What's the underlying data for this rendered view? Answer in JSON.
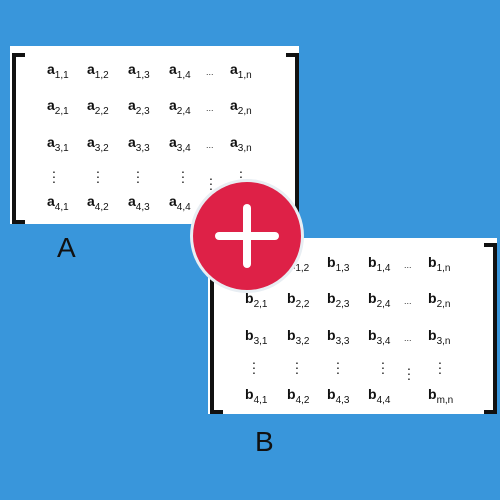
{
  "matrix_a": {
    "label": "A",
    "rows": [
      {
        "cells": [
          {
            "b": "a",
            "s": "1,1"
          },
          {
            "b": "a",
            "s": "1,2"
          },
          {
            "b": "a",
            "s": "1,3"
          },
          {
            "b": "a",
            "s": "1,4"
          },
          {
            "b": "a",
            "s": "1,n"
          }
        ]
      },
      {
        "cells": [
          {
            "b": "a",
            "s": "2,1"
          },
          {
            "b": "a",
            "s": "2,2"
          },
          {
            "b": "a",
            "s": "2,3"
          },
          {
            "b": "a",
            "s": "2,4"
          },
          {
            "b": "a",
            "s": "2,n"
          }
        ]
      },
      {
        "cells": [
          {
            "b": "a",
            "s": "3,1"
          },
          {
            "b": "a",
            "s": "3,2"
          },
          {
            "b": "a",
            "s": "3,3"
          },
          {
            "b": "a",
            "s": "3,4"
          },
          {
            "b": "a",
            "s": "3,n"
          }
        ]
      },
      {
        "cells": [
          {
            "b": "a",
            "s": "4,1"
          },
          {
            "b": "a",
            "s": "4,2"
          },
          {
            "b": "a",
            "s": "4,3"
          },
          {
            "b": "a",
            "s": "4,4"
          }
        ]
      }
    ],
    "ellipsis": "..."
  },
  "matrix_b": {
    "label": "B",
    "rows": [
      {
        "cells": [
          {
            "b": "",
            "s": "-1,2"
          },
          {
            "b": "b",
            "s": "1,3"
          },
          {
            "b": "b",
            "s": "1,4"
          },
          {
            "b": "b",
            "s": "1,n"
          }
        ]
      },
      {
        "cells": [
          {
            "b": "b",
            "s": "2,1"
          },
          {
            "b": "b",
            "s": "2,2"
          },
          {
            "b": "b",
            "s": "2,3"
          },
          {
            "b": "b",
            "s": "2,4"
          },
          {
            "b": "b",
            "s": "2,n"
          }
        ]
      },
      {
        "cells": [
          {
            "b": "b",
            "s": "3,1"
          },
          {
            "b": "b",
            "s": "3,2"
          },
          {
            "b": "b",
            "s": "3,3"
          },
          {
            "b": "b",
            "s": "3,4"
          },
          {
            "b": "b",
            "s": "3,n"
          }
        ]
      },
      {
        "cells": [
          {
            "b": "b",
            "s": "4,1"
          },
          {
            "b": "b",
            "s": "4,2"
          },
          {
            "b": "b",
            "s": "4,3"
          },
          {
            "b": "b",
            "s": "4,4"
          },
          {
            "b": "b",
            "s": "m,n"
          }
        ]
      }
    ],
    "ellipsis": "..."
  },
  "icons": {
    "operator": "plus-icon"
  },
  "colors": {
    "background": "#3996DB",
    "plus": "#DE2147",
    "card": "#FFFFFF"
  }
}
